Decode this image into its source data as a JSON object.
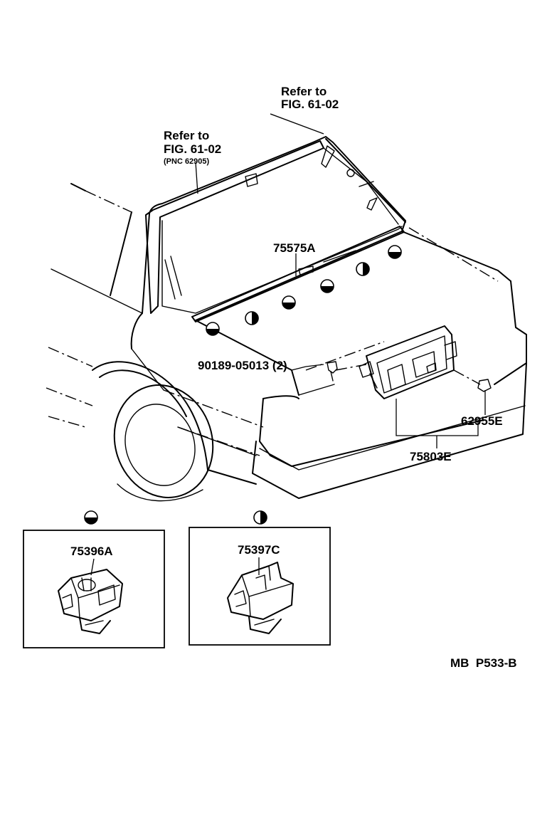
{
  "callouts": {
    "refer_top": {
      "line1": "Refer to",
      "line2": "FIG. 61-02"
    },
    "refer_left": {
      "line1": "Refer to",
      "line2": "FIG. 61-02",
      "line3": "(PNC 62905)"
    },
    "p75575a": "75575A",
    "p90189": "90189-05013 (2)",
    "p62955e": "62955E",
    "p75803e": "75803E",
    "p75396a": "75396A",
    "p75397c": "75397C"
  },
  "figure_code": "MB  P533-B"
}
